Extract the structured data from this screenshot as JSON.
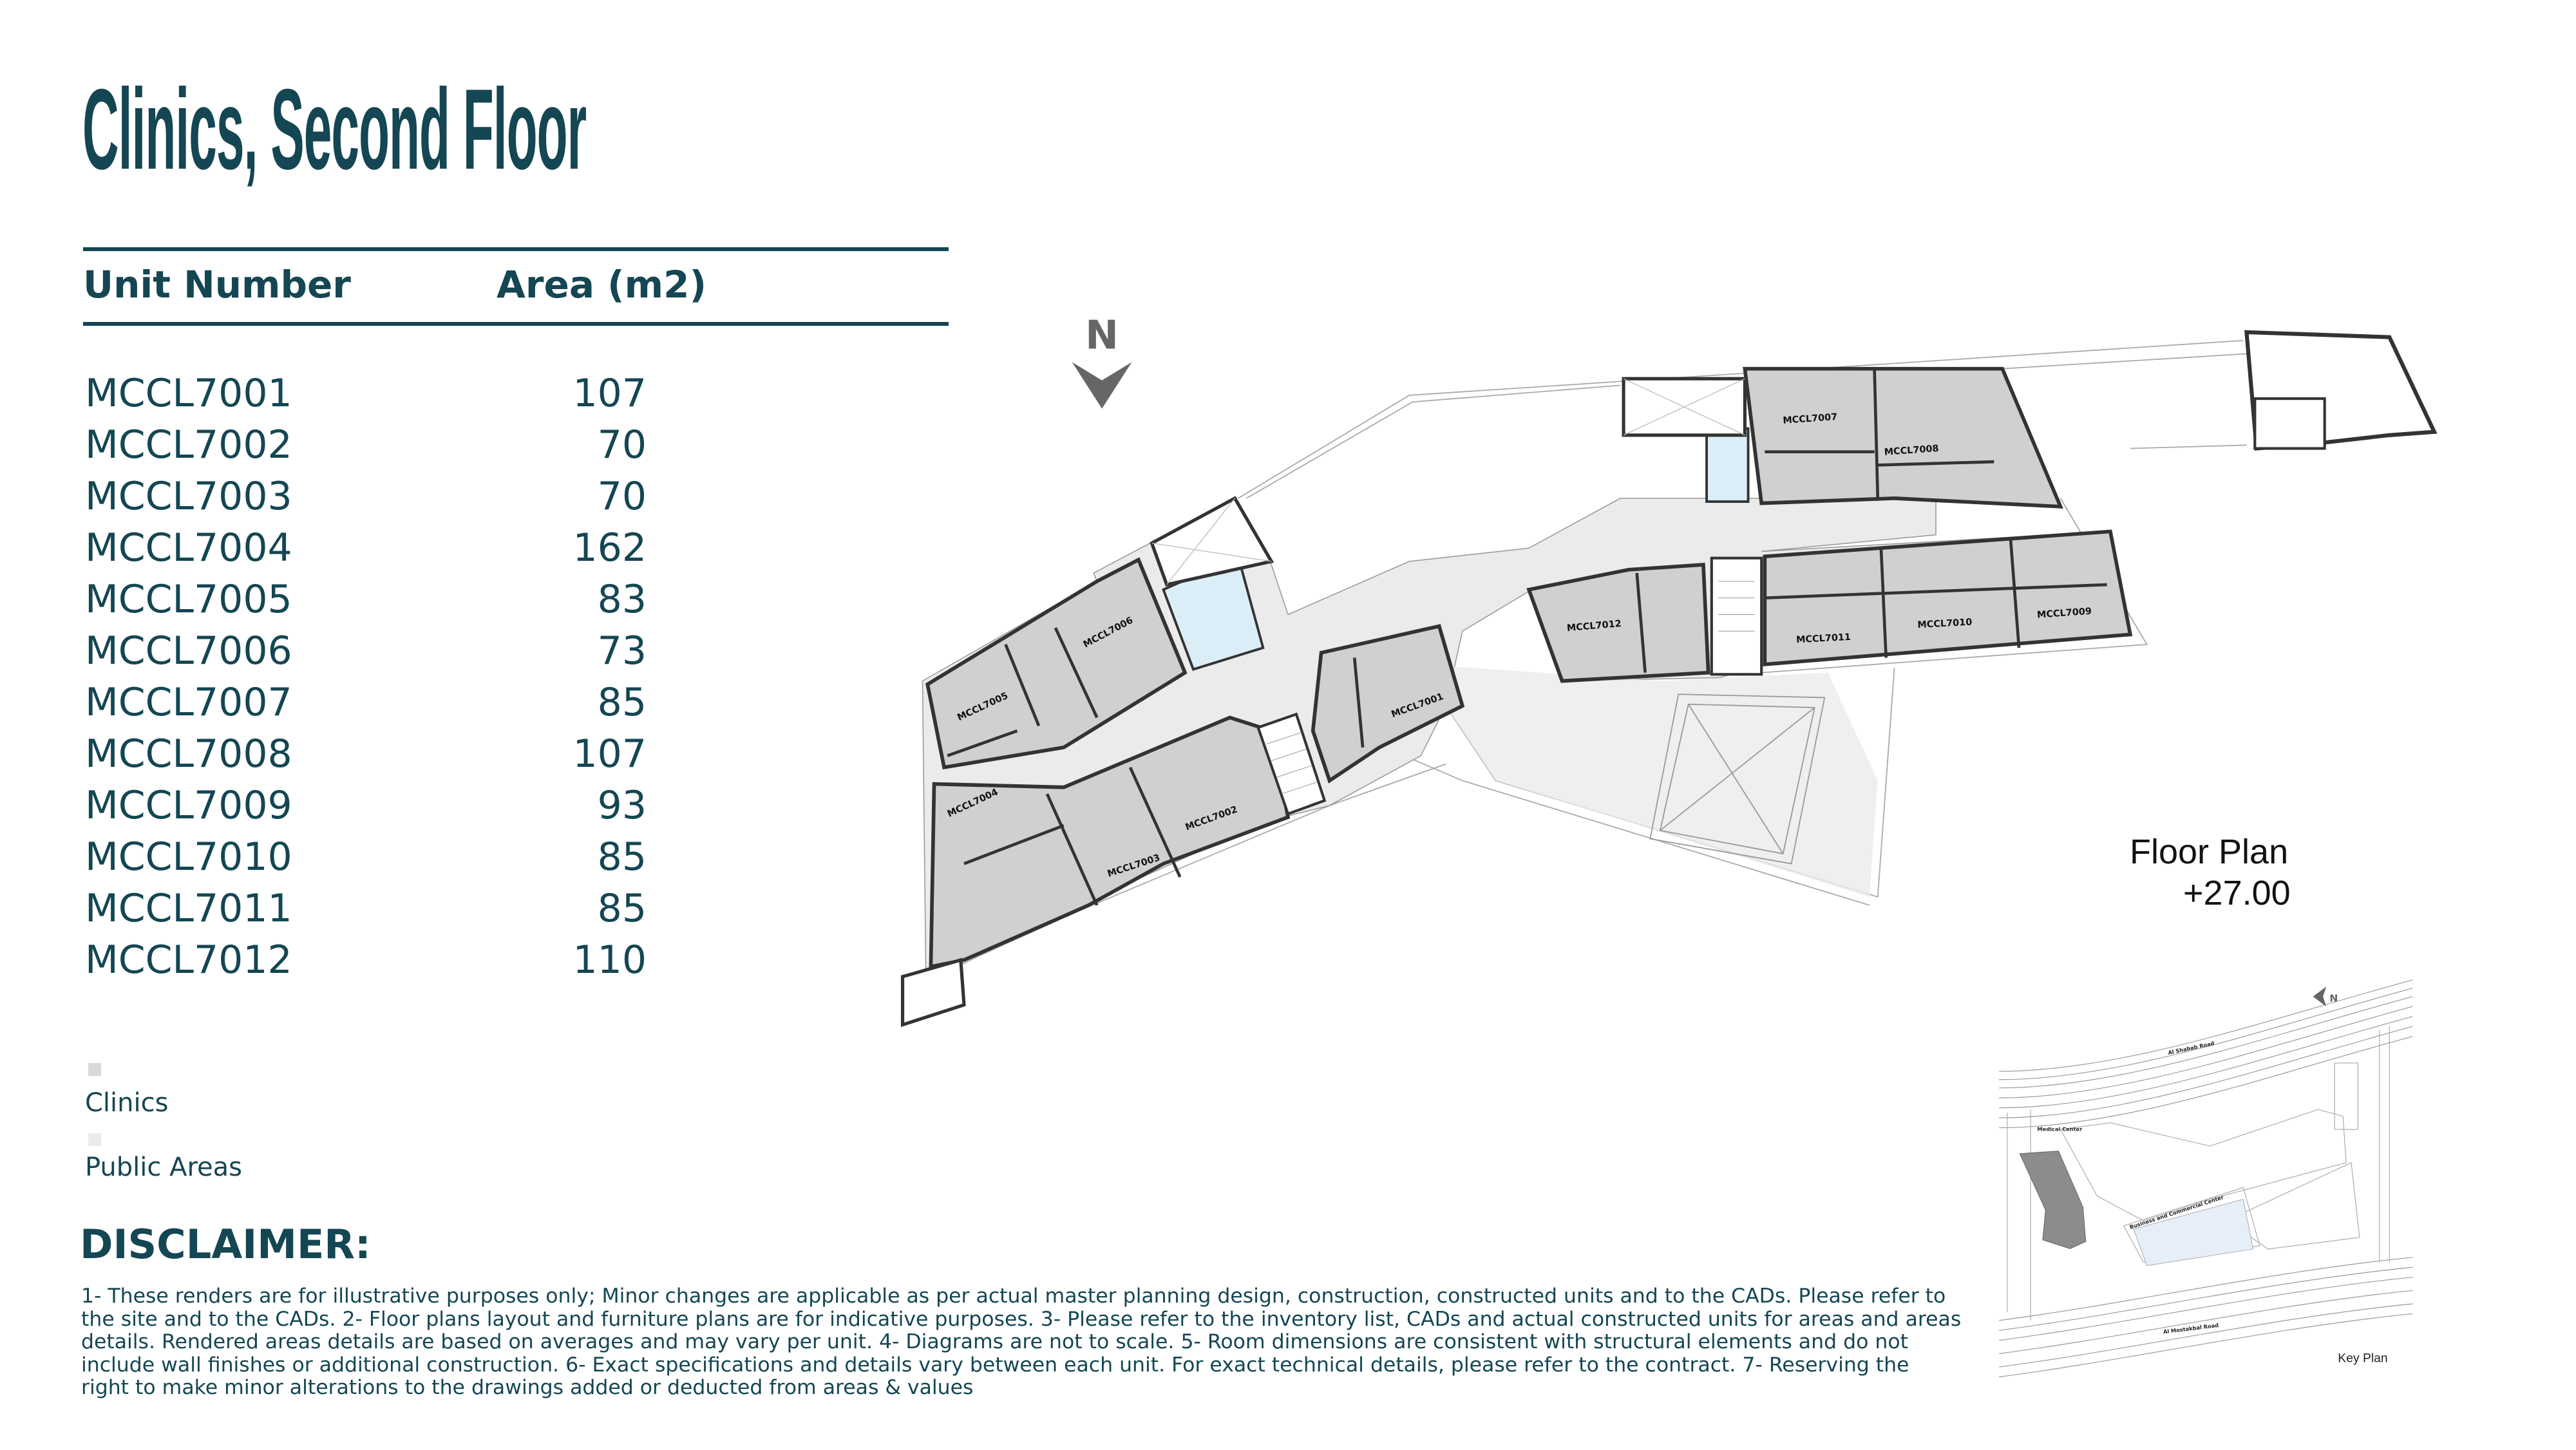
{
  "title": "Clinics, Second Floor",
  "table": {
    "headers": {
      "unit": "Unit Number",
      "area": "Area (m2)"
    },
    "rows": [
      {
        "unit": "MCCL7001",
        "area": "107"
      },
      {
        "unit": "MCCL7002",
        "area": "70"
      },
      {
        "unit": "MCCL7003",
        "area": "70"
      },
      {
        "unit": "MCCL7004",
        "area": "162"
      },
      {
        "unit": "MCCL7005",
        "area": "83"
      },
      {
        "unit": "MCCL7006",
        "area": "73"
      },
      {
        "unit": "MCCL7007",
        "area": "85"
      },
      {
        "unit": "MCCL7008",
        "area": "107"
      },
      {
        "unit": "MCCL7009",
        "area": "93"
      },
      {
        "unit": "MCCL7010",
        "area": "85"
      },
      {
        "unit": "MCCL7011",
        "area": "85"
      },
      {
        "unit": "MCCL7012",
        "area": "110"
      }
    ]
  },
  "legend": [
    {
      "label": "Clinics",
      "color": "#d9d9d9"
    },
    {
      "label": "Public Areas",
      "color": "#ebebeb"
    }
  ],
  "disclaimer": {
    "heading": "DISCLAIMER:",
    "lines": [
      "1- These renders are for illustrative purposes only; Minor changes are applicable as per actual master planning design, construction, constructed units and to the CADs. Please refer to",
      "the site and to the CADs. 2- Floor plans layout and furniture plans are for indicative purposes. 3- Please refer to the inventory list, CADs and actual constructed units for areas and areas",
      "details. Rendered areas details are based on averages and may vary per unit. 4- Diagrams are not to scale. 5- Room dimensions are consistent with structural elements and do not",
      "include wall finishes or additional construction. 6- Exact specifications and details vary between each unit. For exact technical details, please refer to the contract. 7- Reserving the",
      "right to make minor alterations to the drawings added or deducted from areas & values"
    ]
  },
  "floor_plan": {
    "north_label": "N",
    "caption": "Floor Plan",
    "level": "+27.00",
    "unit_labels": [
      "MCCL7001",
      "MCCL7002",
      "MCCL7003",
      "MCCL7004",
      "MCCL7005",
      "MCCL7006",
      "MCCL7007",
      "MCCL7008",
      "MCCL7009",
      "MCCL7010",
      "MCCL7011",
      "MCCL7012"
    ],
    "colors": {
      "clinic": "#d0d0d0",
      "public": "#ebebeb",
      "restroom": "#dbeef8",
      "wall": "#333333"
    }
  },
  "key_plan": {
    "north_label": "N",
    "road_north": "Al Shabab Road",
    "road_south": "Al Mostakbal Road",
    "medical_center": "Medical Center",
    "business_center": "Business and Commercial Center",
    "caption": "Key Plan"
  },
  "colors": {
    "text": "#144653"
  }
}
